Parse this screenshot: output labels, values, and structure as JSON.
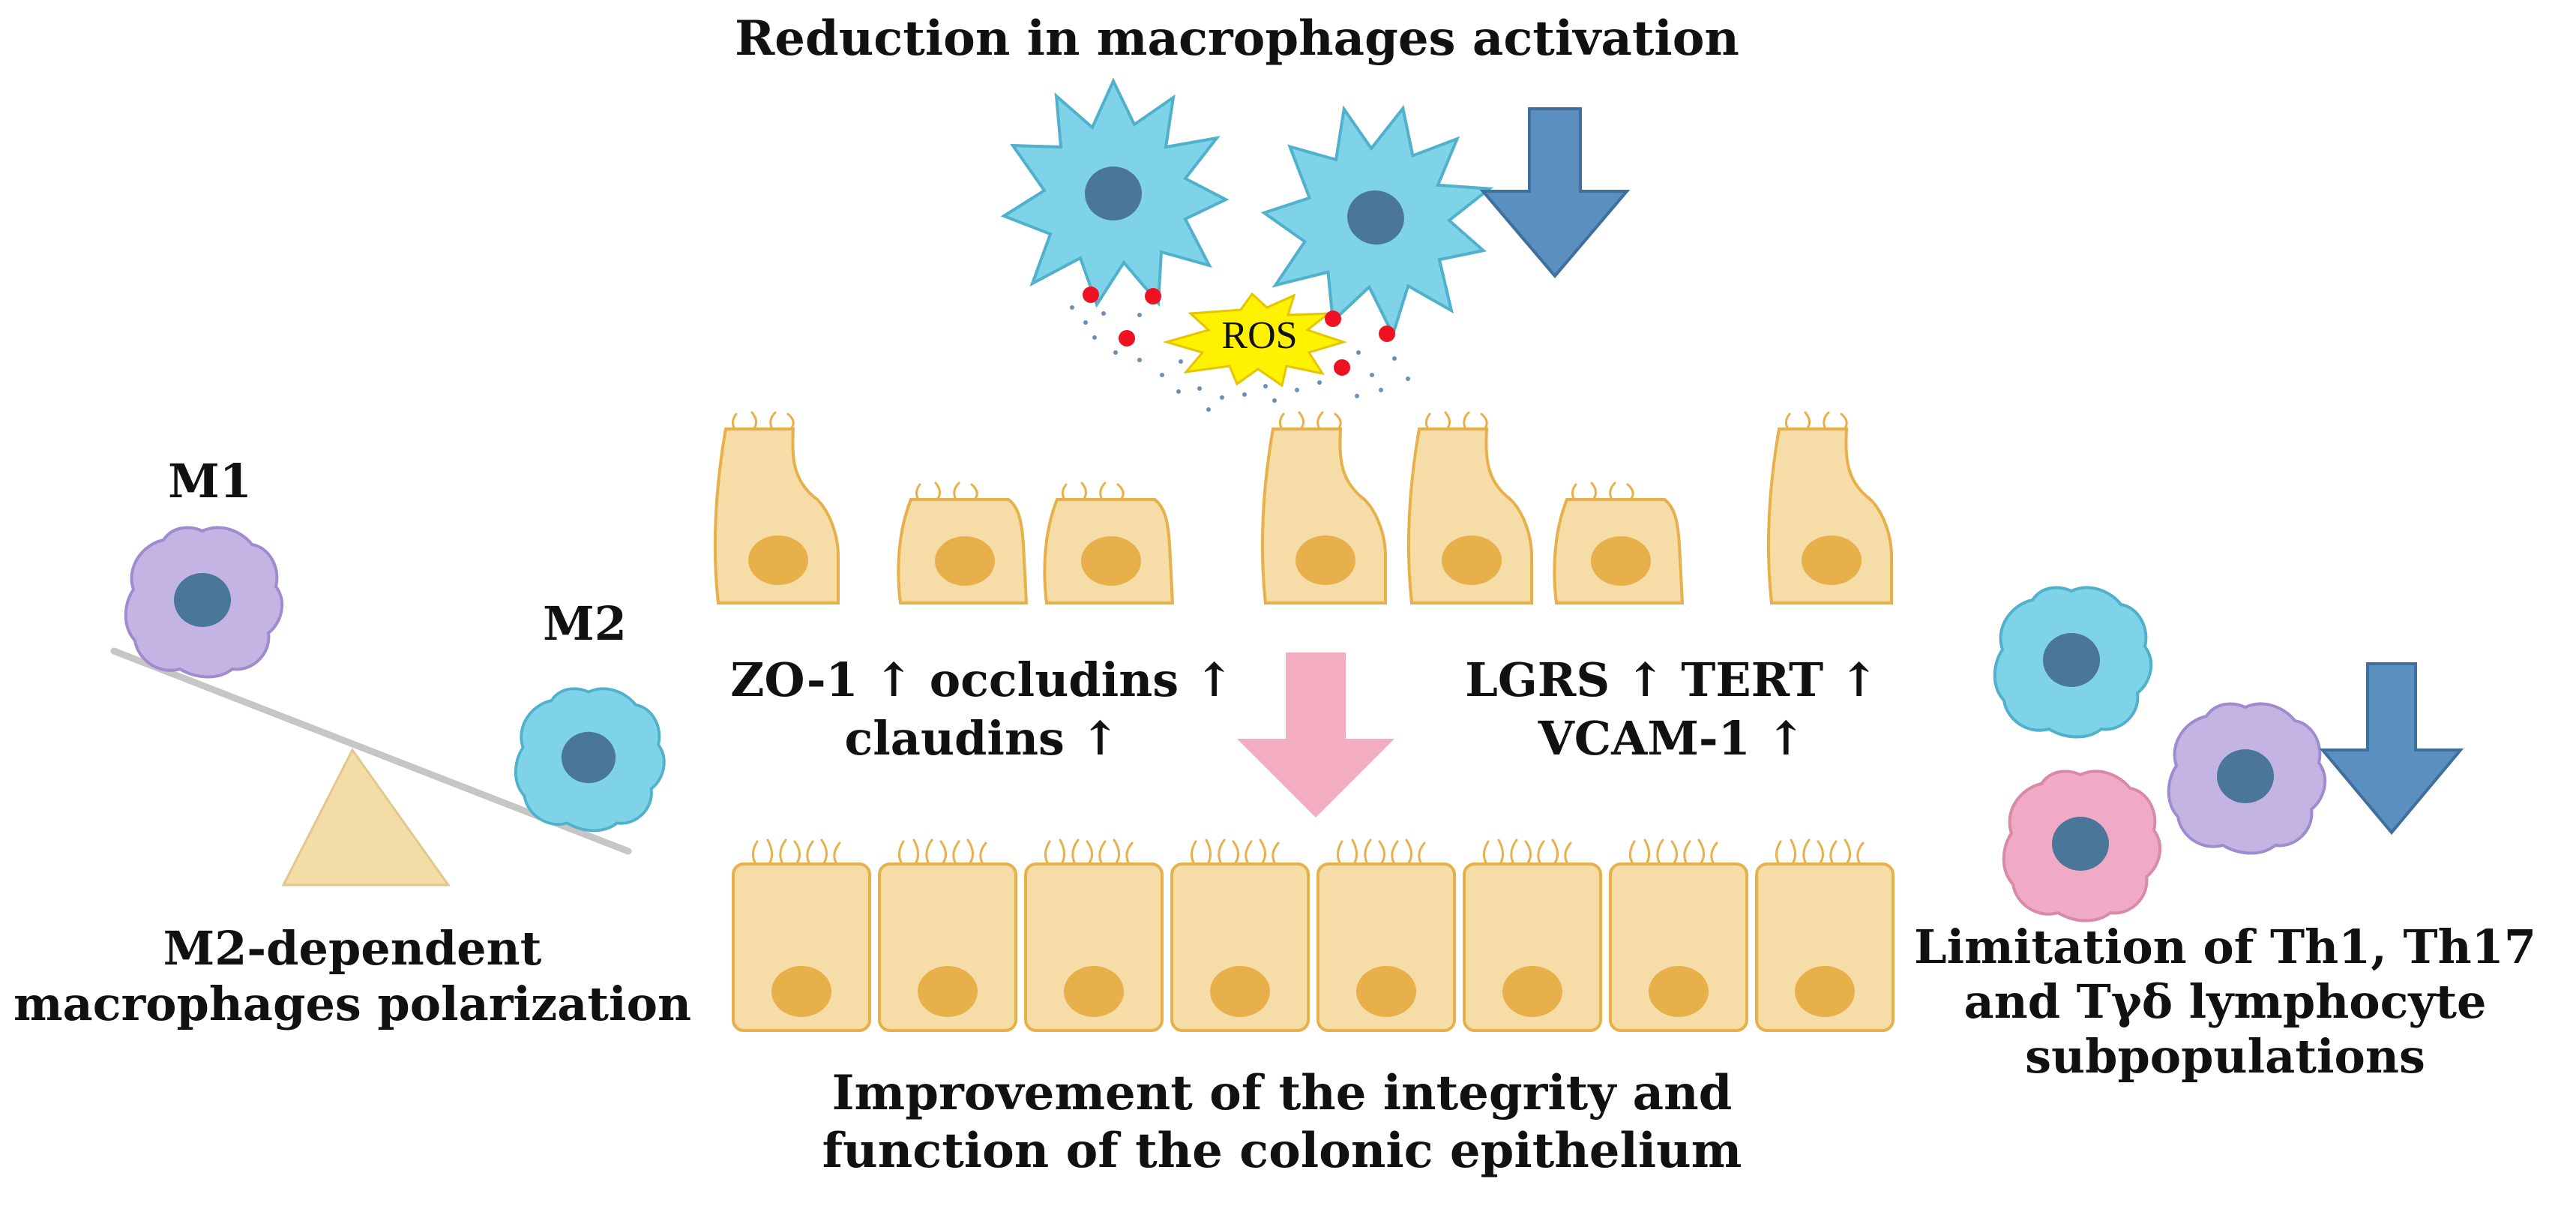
{
  "labels": {
    "top_title": "Reduction in macrophages activation",
    "ros": "ROS",
    "m1": "M1",
    "m2": "M2",
    "left_caption": "M2-dependent\nmacrophages polarization",
    "tight_junctions": "ZO-1 ↑ occludins ↑\nclaudins ↑",
    "markers": "LGRS ↑ TERT ↑\nVCAM-1 ↑",
    "bottom_caption": "Improvement of the integrity and\nfunction of the colonic epithelium",
    "right_caption": "Limitation of Th1, Th17\nand Tγδ lymphocyte\nsubpopulations"
  },
  "colors": {
    "activated_macrophage": "#7fd3e8",
    "nucleus": "#4a7799",
    "cell_body": "#f6dca6",
    "cell_nucleus": "#e8b04a",
    "m1_macrophage": "#c4b4e3",
    "blue_arrow": "#5a8fc0",
    "pink_arrow": "#f4adc0",
    "ros_burst": "#fff200",
    "ros_dot": "#ee1122",
    "seesaw_base": "#f3dca6",
    "lymphocyte_pink": "#f0aac6"
  }
}
